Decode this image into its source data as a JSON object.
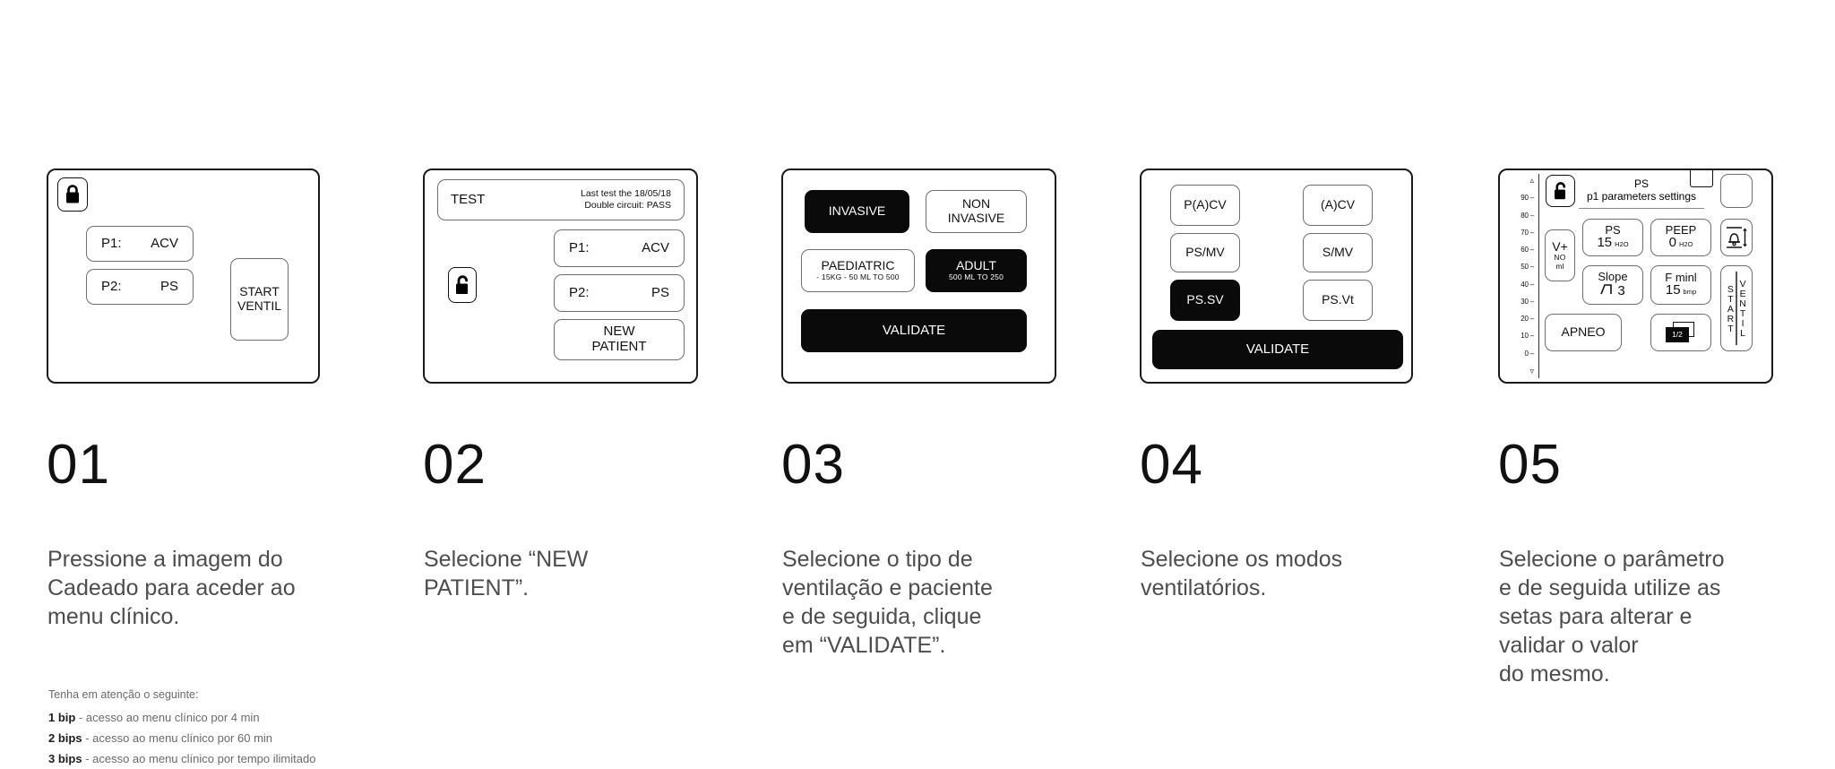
{
  "steps": [
    {
      "number": "01",
      "caption": "Pressione a imagem do\nCadeado para aceder ao\nmenu clínico.",
      "screen": {
        "lock_icon": "lock-closed-icon",
        "p1_label": "P1:",
        "p1_value": "ACV",
        "p2_label": "P2:",
        "p2_value": "PS",
        "start_line1": "START",
        "start_line2": "VENTIL"
      },
      "note": {
        "title": "Tenha em atenção o seguinte:",
        "items": [
          {
            "bold": "1 bip",
            "rest": " - acesso ao menu clínico por 4 min"
          },
          {
            "bold": "2 bips",
            "rest": " - acesso ao menu clínico por 60 min"
          },
          {
            "bold": "3 bips",
            "rest": " - acesso ao menu clínico por tempo ilimitado"
          }
        ]
      }
    },
    {
      "number": "02",
      "caption": "Selecione “NEW\nPATIENT”.",
      "screen": {
        "test_label": "TEST",
        "test_info_line1": "Last test the 18/05/18",
        "test_info_line2": "Double circuit: PASS",
        "lock_icon": "lock-open-icon",
        "p1_label": "P1:",
        "p1_value": "ACV",
        "p2_label": "P2:",
        "p2_value": "PS",
        "new_line1": "NEW",
        "new_line2": "PATIENT"
      }
    },
    {
      "number": "03",
      "caption": "Selecione o tipo de\nventilação e paciente\ne de seguida, clique\nem “VALIDATE”.",
      "screen": {
        "invasive": "INVASIVE",
        "non_invasive_line1": "NON",
        "non_invasive_line2": "INVASIVE",
        "paediatric": "PAEDIATRIC",
        "paediatric_sub": "- 15KG - 50 ML TO 500",
        "adult": "ADULT",
        "adult_sub": "500 ML TO 250",
        "validate": "VALIDATE",
        "selected": [
          "INVASIVE",
          "ADULT"
        ]
      }
    },
    {
      "number": "04",
      "caption": "Selecione os modos\nventilatórios.",
      "screen": {
        "modes_left": [
          "P(A)CV",
          "PS/MV",
          "PS.SV"
        ],
        "modes_right": [
          "(A)CV",
          "S/MV",
          "PS.Vt"
        ],
        "validate": "VALIDATE",
        "selected": [
          "PS.SV"
        ]
      }
    },
    {
      "number": "05",
      "caption": "Selecione o parâmetro\ne de seguida utilize as\nsetas para alterar e\nvalidar o valor\ndo mesmo.",
      "screen": {
        "scale_top_cap": "▵",
        "scale_ticks": [
          "90 –",
          "80 –",
          "70 –",
          "60 –",
          "50 –",
          "40 –",
          "30 –",
          "20 –",
          "10 –",
          "0  –"
        ],
        "scale_bottom_cap": "▿",
        "lock_icon": "lock-open-icon",
        "header_line1": "PS",
        "header_line2": "p1 parameters settings",
        "vplus_big": "V+",
        "vplus_l2": "NO",
        "vplus_l3": "ml",
        "params": [
          {
            "name": "PS",
            "value": "15",
            "unit": "H2O"
          },
          {
            "name": "PEEP",
            "value": "0",
            "unit": "H2O"
          },
          {
            "name": "Slope",
            "value": "3",
            "unit": ""
          },
          {
            "name": "F minl",
            "value": "15",
            "unit": "bmp"
          }
        ],
        "apneo": "APNEO",
        "page_badge": "1/2",
        "alarm_icon": "alarm-bell-icon",
        "start_vert": "START",
        "ventil_vert": "VENTIL"
      }
    }
  ]
}
